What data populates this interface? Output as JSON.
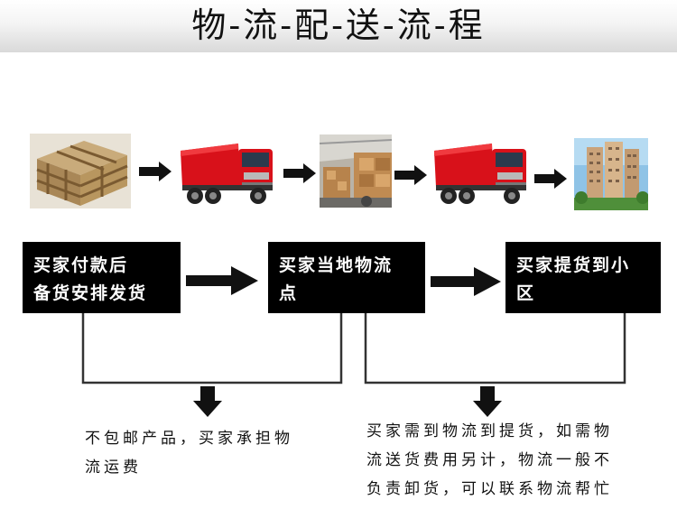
{
  "title": "物-流-配-送-流-程",
  "photos": [
    {
      "icon": "wooden-crate-photo"
    },
    {
      "icon": "red-truck-photo"
    },
    {
      "icon": "warehouse-photo"
    },
    {
      "icon": "red-truck-photo"
    },
    {
      "icon": "apartment-building-photo"
    }
  ],
  "steps": [
    {
      "lines": [
        "买家付款后",
        "备货安排发货"
      ]
    },
    {
      "lines": [
        "买家当地物流",
        "点"
      ]
    },
    {
      "lines": [
        "买家提货到小",
        "区"
      ]
    }
  ],
  "notes": {
    "left": [
      "不包邮产品，买家承担物",
      "流运费"
    ],
    "right": [
      "买家需到物流到提货，如需物",
      "流送货费用另计，物流一般不",
      "负责卸货，可以联系物流帮忙"
    ]
  },
  "colors": {
    "box_bg": "#000000",
    "truck_red": "#d8111a",
    "arrow": "#111111"
  }
}
